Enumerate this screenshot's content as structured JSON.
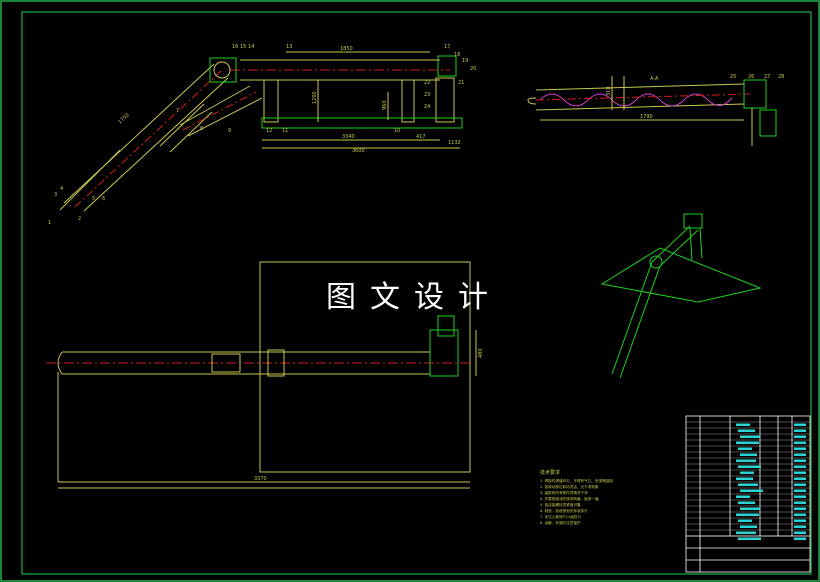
{
  "watermark": "图文设计",
  "colors": {
    "border": "#22b14c",
    "line": "#c8c850",
    "green": "#1ed21e",
    "red": "#d21e1e",
    "cyan": "#2ad4d4",
    "white": "#ffffff",
    "magenta": "#d23cd2"
  },
  "dimensions": {
    "top_span": "1850",
    "top_total": "3340",
    "top_overall": "3600",
    "top_offset": "417",
    "top_end": "1132",
    "top_height_a": "1200",
    "top_height_b": "960",
    "diag_length": "1750",
    "right_view_length": "1790",
    "right_view_height": "310",
    "section_label": "A-A",
    "plan_length": "3370",
    "plan_height": "480"
  },
  "part_labels": [
    "16",
    "15",
    "14",
    "13",
    "12",
    "11",
    "10",
    "9",
    "8",
    "7",
    "6",
    "5",
    "4",
    "3",
    "2",
    "1",
    "17",
    "18",
    "19",
    "20",
    "21",
    "22",
    "23",
    "24",
    "25",
    "26",
    "27",
    "28"
  ],
  "notes": {
    "title": "技术要求",
    "items": [
      "1. 焊接件焊缝均匀，不得有气孔、夹渣等缺陷",
      "2. 各转动部位转动灵活，无卡滞现象",
      "3. 装配前所有零件须清洗干净",
      "4. 外露表面涂防锈漆两遍，面漆一遍",
      "5. 各连接螺栓须紧固可靠",
      "6. 制造、验收按相关标准执行",
      "7. 未注公差按IT14级执行",
      "8. 运输、安装时注意保护"
    ]
  }
}
